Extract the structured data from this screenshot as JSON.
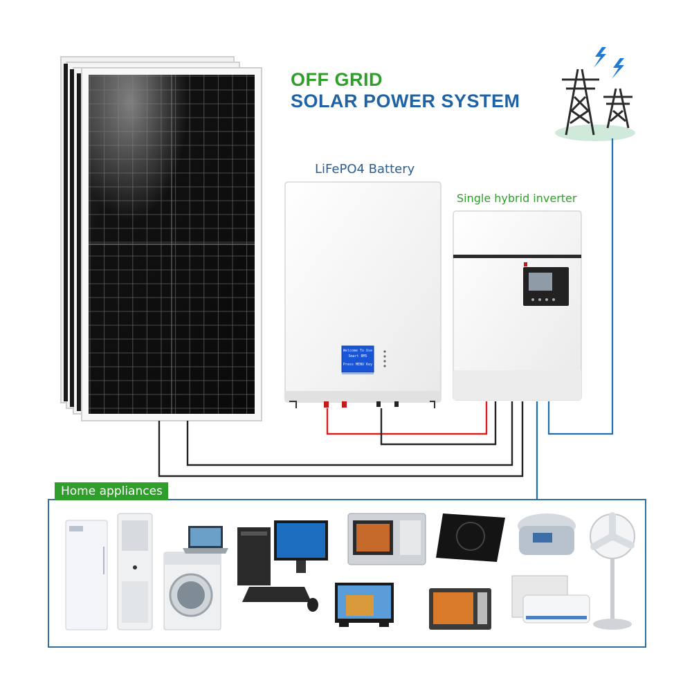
{
  "title": {
    "line1": "OFF GRID",
    "line2": "SOLAR POWER SYSTEM"
  },
  "labels": {
    "battery": "LiFePO4 Battery",
    "inverter": "Single hybrid inverter"
  },
  "battery_display": {
    "line1": "Welcome To Use",
    "line2": "Smart BMS",
    "line3": "Press MENU Key"
  },
  "section": {
    "appliances_label": "Home appliances"
  },
  "appliances": [
    "refrigerator-icon",
    "air-conditioner-tower-icon",
    "washing-machine-icon",
    "laptop-icon",
    "desktop-computer-icon",
    "television-icon",
    "microwave-icon",
    "oven-icon",
    "induction-cooker-icon",
    "rice-cooker-icon",
    "split-air-conditioner-icon",
    "standing-fan-icon"
  ],
  "colors": {
    "title_green": "#2f9e2a",
    "title_blue": "#1f63a6",
    "grid_wire": "#1f6fb0",
    "dc_positive": "#d81e1e",
    "dc_negative": "#222222",
    "frame_blue": "#2f6e9c"
  }
}
